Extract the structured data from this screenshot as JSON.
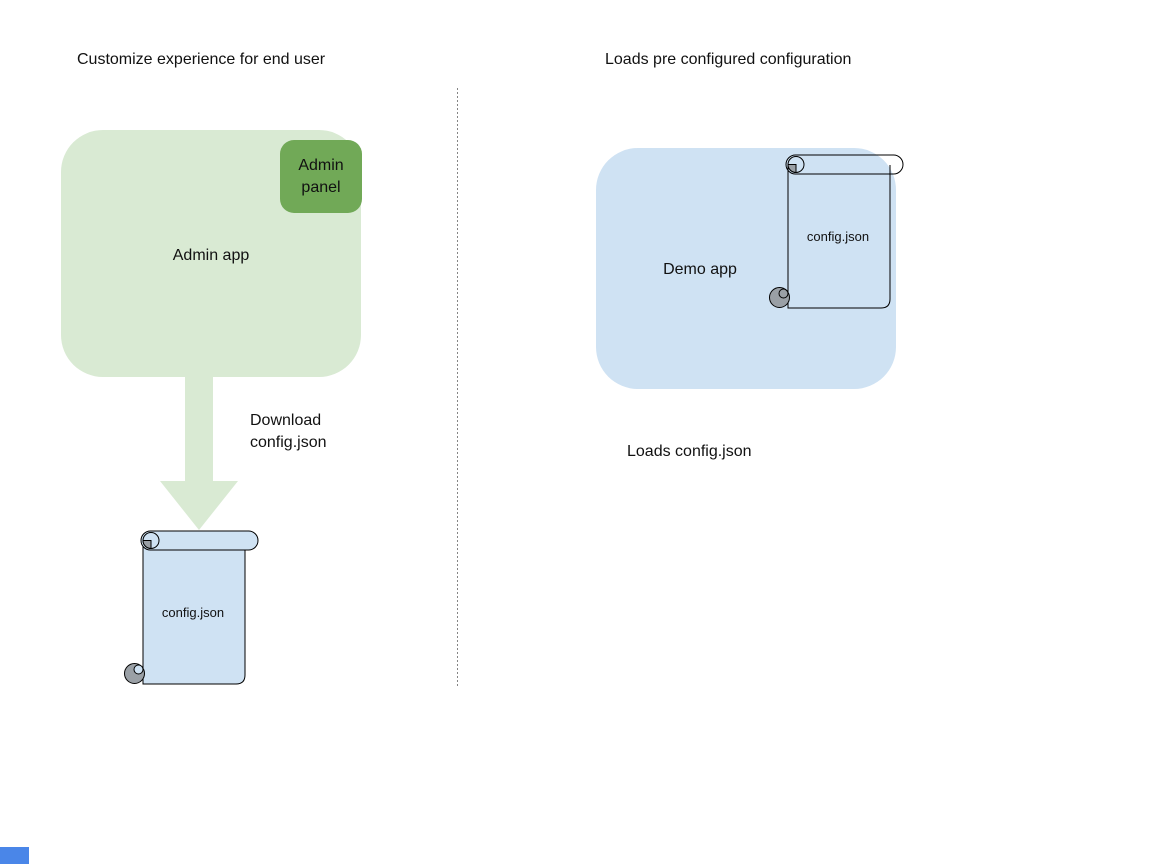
{
  "diagram": {
    "left": {
      "title": "Customize experience for end user",
      "app_label": "Admin app",
      "panel_label": "Admin panel",
      "arrow_label": "Download\nconfig.json",
      "file_label": "config.json"
    },
    "right": {
      "title": "Loads pre configured configuration",
      "app_label": "Demo app",
      "file_label": "config.json",
      "caption": "Loads config.json"
    },
    "colors": {
      "app_light_green": "#d9ead3",
      "panel_green": "#71a957",
      "app_light_blue": "#cfe2f3",
      "scroll_fill_blue": "#cfe2f3",
      "curl_gray": "#9aa0a6",
      "shape_outline": "#000000",
      "divider_gray": "#858585",
      "corner_blue": "#4a86e8",
      "text": "#111111"
    }
  }
}
